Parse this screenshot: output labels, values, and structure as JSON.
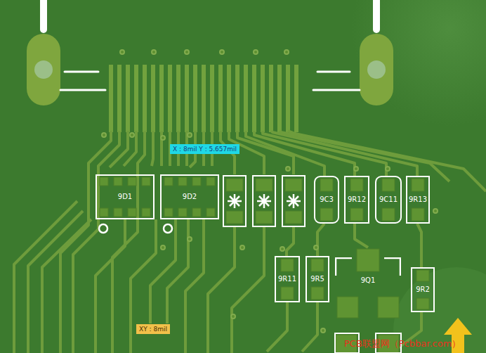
{
  "diagram": {
    "nodes": [
      {
        "text": [
          "9D1"
        ]
      },
      {
        "text": [
          "9D2"
        ]
      },
      {
        "text": [
          "9C3"
        ]
      },
      {
        "text": [
          "9R12"
        ]
      },
      {
        "text": [
          "9C11"
        ]
      },
      {
        "text": [
          "9R13"
        ]
      },
      {
        "text": [
          "9R11"
        ]
      },
      {
        "text": [
          "9R5"
        ]
      },
      {
        "text": [
          "9Q1"
        ]
      },
      {
        "text": [
          "9R2"
        ]
      },
      {
        "text": [
          "X : 8mil Y : 5.657mil"
        ]
      },
      {
        "text": [
          "XY : 8mil"
        ]
      }
    ],
    "labels": [
      "PCB联盟网（Pcbbar.com）"
    ]
  }
}
